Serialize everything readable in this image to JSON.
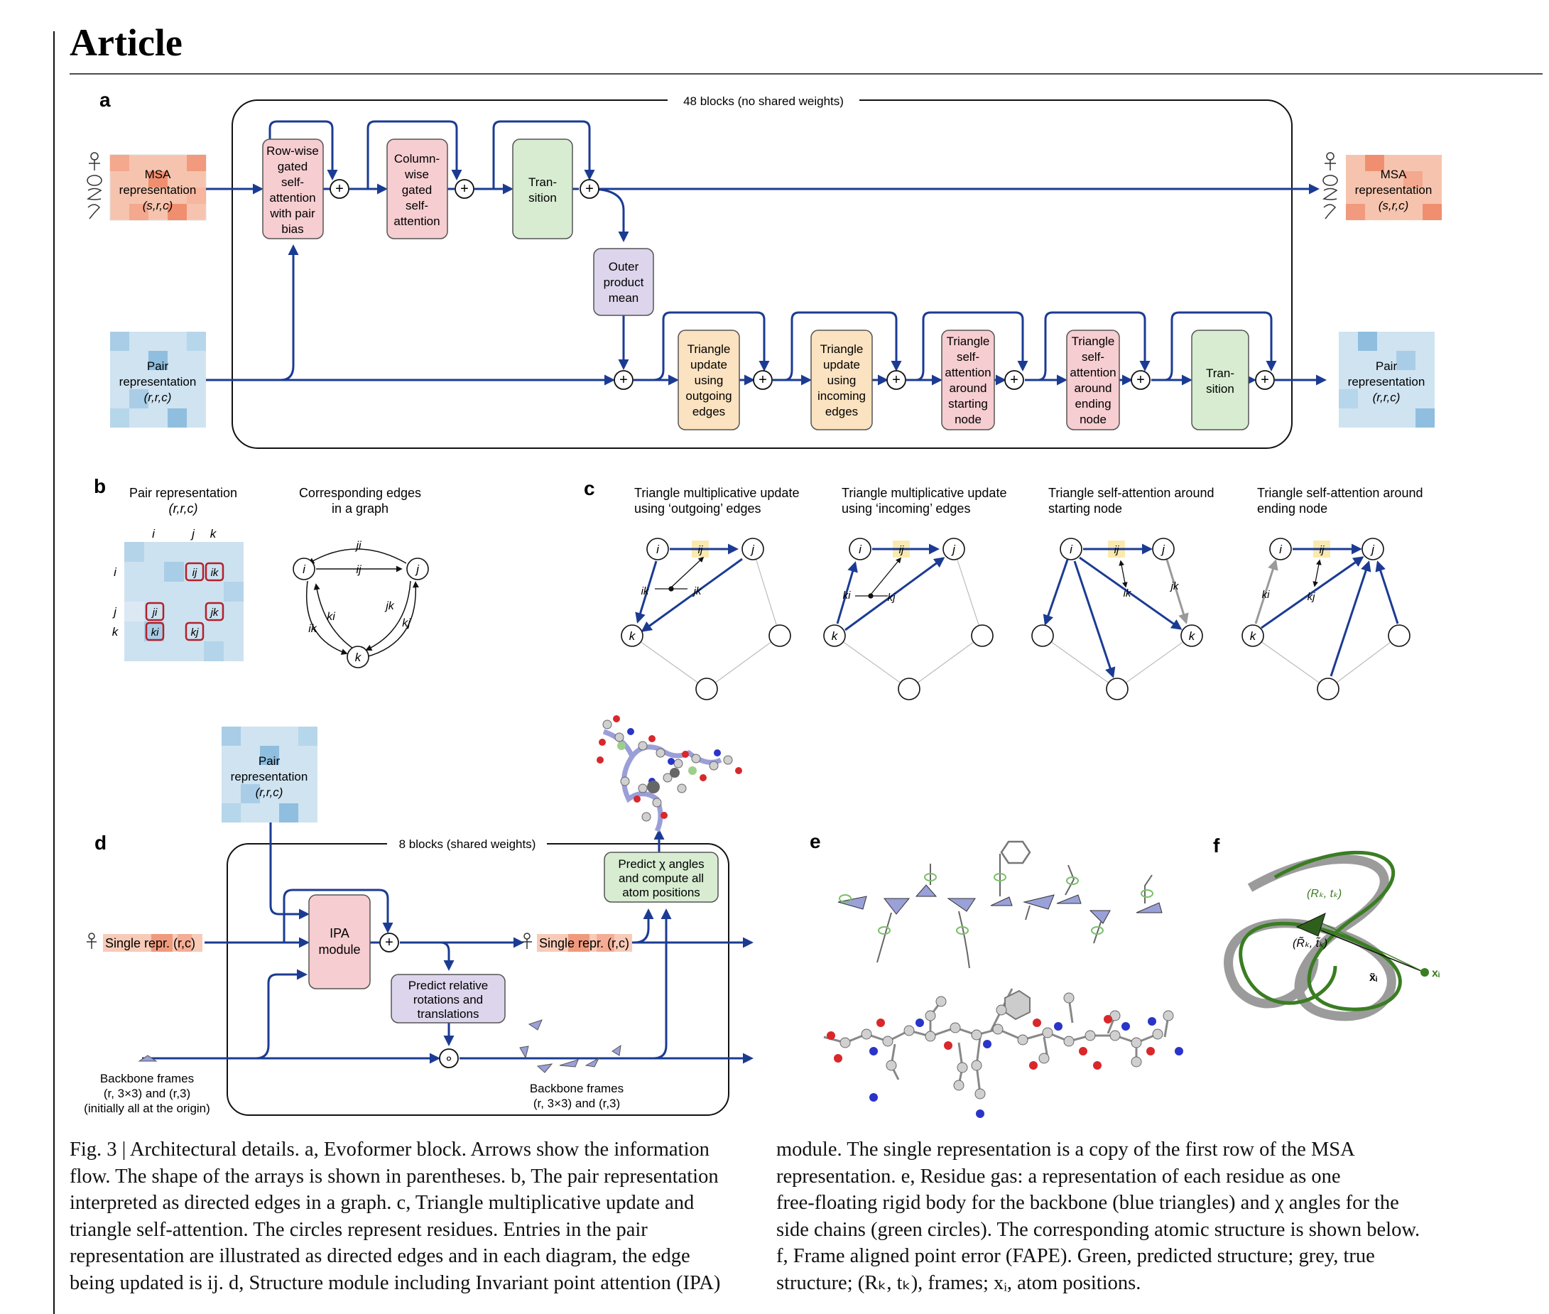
{
  "header": {
    "title": "Article"
  },
  "panel_letters": {
    "a": "a",
    "b": "b",
    "c": "c",
    "d": "d",
    "e": "e",
    "f": "f"
  },
  "colors": {
    "arrow": "#1b3b93",
    "msa_pink": "#f0a58f",
    "pair_blue": "#9cc6e1",
    "row_attn": "#f6cdd1",
    "col_attn": "#f6cdd1",
    "transition": "#d7ecd1",
    "outer_product": "#dcd5ec",
    "triangle_update": "#fbe2c0",
    "triangle_attn": "#f6cdd1",
    "ipa": "#f6cdd1",
    "predict_rot": "#dcd5ec",
    "predict_chi": "#d7ecd1",
    "highlight_ij": "#fbeab0",
    "ring_red": "#b3202a",
    "true_grey": "#9b9b9b",
    "pred_green": "#3a7d22"
  },
  "panel_a": {
    "blocks_label": "48 blocks (no shared weights)",
    "msa_in": [
      "MSA",
      "representation",
      "(s,r,c)"
    ],
    "pair_in": [
      "Pair",
      "representation",
      "(r,r,c)"
    ],
    "msa_out": [
      "MSA",
      "representation",
      "(s,r,c)"
    ],
    "pair_out": [
      "Pair",
      "representation",
      "(r,r,c)"
    ],
    "row_attn": [
      "Row-wise",
      "gated",
      "self-",
      "attention",
      "with pair",
      "bias"
    ],
    "col_attn": [
      "Column-",
      "wise",
      "gated",
      "self-",
      "attention"
    ],
    "transition": [
      "Tran-",
      "sition"
    ],
    "outer_product": [
      "Outer",
      "product",
      "mean"
    ],
    "tri_out": [
      "Triangle",
      "update",
      "using",
      "outgoing",
      "edges"
    ],
    "tri_in": [
      "Triangle",
      "update",
      "using",
      "incoming",
      "edges"
    ],
    "tri_attn_start": [
      "Triangle",
      "self-",
      "attention",
      "around",
      "starting",
      "node"
    ],
    "tri_attn_end": [
      "Triangle",
      "self-",
      "attention",
      "around",
      "ending",
      "node"
    ],
    "transition2": [
      "Tran-",
      "sition"
    ],
    "plus": "+"
  },
  "panel_b": {
    "title_left": [
      "Pair representation",
      "(r,r,c)"
    ],
    "title_right": [
      "Corresponding edges",
      "in a graph"
    ],
    "col_labels": [
      "i",
      "j",
      "k"
    ],
    "row_labels": [
      "i",
      "j",
      "k"
    ],
    "cells": [
      "ij",
      "ik",
      "ji",
      "jk",
      "ki",
      "kj"
    ],
    "nodes": [
      "i",
      "j",
      "k"
    ],
    "edges": [
      "ji",
      "ij",
      "ki",
      "ik",
      "jk",
      "kj"
    ]
  },
  "panel_c": {
    "titles": [
      [
        "Triangle multiplicative update",
        "using ‘outgoing’ edges"
      ],
      [
        "Triangle multiplicative update",
        "using ‘incoming’ edges"
      ],
      [
        "Triangle self-attention around",
        "starting node"
      ],
      [
        "Triangle self-attention around",
        "ending node"
      ]
    ],
    "diagrams": [
      {
        "nodes": [
          "i",
          "j",
          "k"
        ],
        "edge_labels": [
          "ij",
          "ik",
          "jk"
        ]
      },
      {
        "nodes": [
          "i",
          "j",
          "k"
        ],
        "edge_labels": [
          "ij",
          "ki",
          "kj"
        ]
      },
      {
        "nodes": [
          "i",
          "j",
          "k"
        ],
        "edge_labels": [
          "ij",
          "ik",
          "jk"
        ]
      },
      {
        "nodes": [
          "i",
          "j",
          "k"
        ],
        "edge_labels": [
          "ij",
          "ki",
          "kj"
        ]
      }
    ]
  },
  "panel_d": {
    "blocks_label": "8 blocks (shared weights)",
    "pair_in": [
      "Pair",
      "representation",
      "(r,r,c)"
    ],
    "single_in": "Single repr. (r,c)",
    "single_out": "Single repr. (r,c)",
    "ipa": [
      "IPA",
      "module"
    ],
    "predict_rot": [
      "Predict relative",
      "rotations and",
      "translations"
    ],
    "predict_chi": [
      "Predict χ angles",
      "and compute all",
      "atom positions"
    ],
    "frames_in": [
      "Backbone frames",
      "(r, 3×3) and (r,3)",
      "(initially all at the origin)"
    ],
    "frames_out": [
      "Backbone frames",
      "(r, 3×3) and (r,3)"
    ],
    "plus": "+",
    "compose": "∘"
  },
  "panel_f": {
    "pred_frame": "(Rₖ, tₖ)",
    "true_frame": "(R̃ₖ, t̃ₖ)",
    "pred_atom": "xᵢ",
    "true_atom": "x̃ᵢ"
  },
  "caption": {
    "left": [
      "Fig. 3 | Architectural details. a, Evoformer block. Arrows show the information",
      "flow. The shape of the arrays is shown in parentheses. b, The pair representation",
      "interpreted as directed edges in a graph. c, Triangle multiplicative update and",
      "triangle self-attention. The circles represent residues. Entries in the pair",
      "representation are illustrated as directed edges and in each diagram, the edge",
      "being updated is ij. d, Structure module including Invariant point attention (IPA)"
    ],
    "right": [
      "module. The single representation is a copy of the first row of the MSA",
      "representation. e, Residue gas: a representation of each residue as one",
      "free-floating rigid body for the backbone (blue triangles) and χ angles for the",
      "side chains (green circles). The corresponding atomic structure is shown below.",
      "f, Frame aligned point error (FAPE). Green, predicted structure; grey, true",
      "structure; (Rₖ, tₖ), frames; xᵢ, atom positions."
    ]
  }
}
